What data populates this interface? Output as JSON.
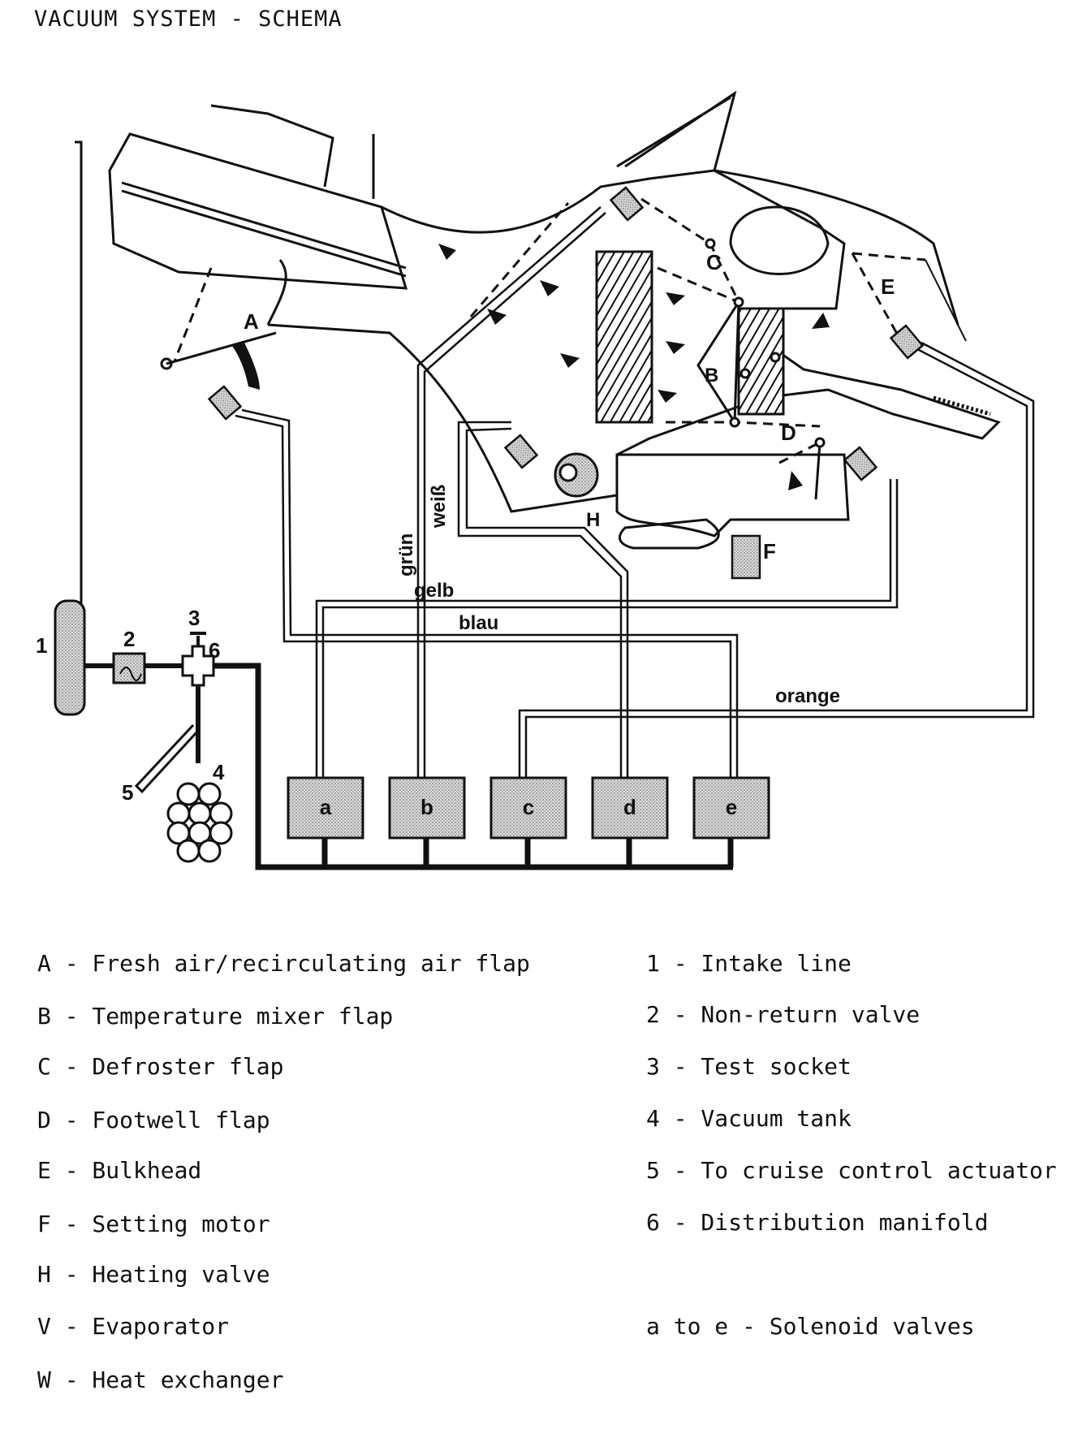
{
  "title": "VACUUM SYSTEM - SCHEMA",
  "diagram": {
    "letters": {
      "A": "A",
      "B": "B",
      "C": "C",
      "D": "D",
      "E": "E",
      "F": "F",
      "H": "H"
    },
    "numbers": {
      "n1": "1",
      "n2": "2",
      "n3": "3",
      "n4": "4",
      "n5": "5",
      "n6": "6"
    },
    "hoses": {
      "gruen": "grün",
      "weiss": "weiß",
      "gelb": "gelb",
      "blau": "blau",
      "orange": "orange"
    },
    "valves": [
      "a",
      "b",
      "c",
      "d",
      "e"
    ]
  },
  "legend": {
    "left": [
      "A - Fresh air/recirculating air flap",
      "B - Temperature mixer flap",
      "C - Defroster flap",
      "D - Footwell flap",
      "E - Bulkhead",
      "F - Setting motor",
      "H - Heating valve",
      "V - Evaporator",
      "W - Heat exchanger"
    ],
    "right": [
      "1 - Intake line",
      "2 - Non-return valve",
      "3 - Test socket",
      "4 - Vacuum tank",
      "5 - To cruise control actuator",
      "6 - Distribution manifold",
      "a to e - Solenoid valves"
    ]
  }
}
